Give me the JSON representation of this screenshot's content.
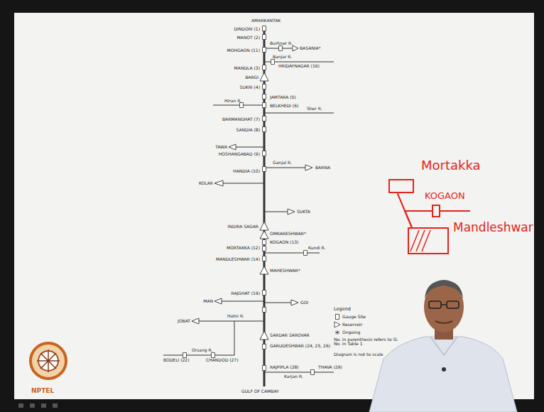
{
  "diagram": {
    "nodes": [
      {
        "text": [
          "Mortakka"
        ]
      },
      {
        "text": [
          "KOGAON"
        ]
      },
      {
        "text": [
          "Mandleshwar"
        ]
      }
    ],
    "edges": [
      {
        "from": 0,
        "to": 2,
        "arrow": "none"
      },
      {
        "from": 1,
        "to": 2,
        "arrow": "none"
      }
    ],
    "labels": [
      "AMARKANTAK",
      "DINDORI (1)",
      "MANOT (2)",
      "Burhner R.",
      "MOHGAON (11)",
      "BASANIA*",
      "Banjar R.",
      "HRIDAYNAGAR (16)",
      "MANDLA (3)",
      "BARGI",
      "SUKRI (4)",
      "JAMTARA (5)",
      "BELKHEDI (6)",
      "Sher R.",
      "Hiran R.",
      "BARMANGHAT (7)",
      "SANDIA (8)",
      "TAWA",
      "HOSHANGABAD (9)",
      "BARNA",
      "Ganjal R.",
      "HANDIA (10)",
      "KOLAR",
      "SUKTA",
      "INDIRA SAGAR",
      "OMKARESHWAR*",
      "MORTAKKA (12)",
      "KOGAON (13)",
      "MANDLESHWAR (14)",
      "Kundi R.",
      "MAHESHWAR*",
      "MAN",
      "RAJGHAT (19)",
      "GOI",
      "Hatni R.",
      "JOBAT",
      "Orsang R.",
      "SARDAR SAROVAR",
      "GARUDESHWAR (24, 25, 26)",
      "BODELI (22)",
      "CHANDOD (27)",
      "RAJPIPLA (28)",
      "Karjan R.",
      "THAVA (29)",
      "GULF OF CAMBAY",
      "Legend",
      "No. in parenthesis refers to Sl. No. in Table 1",
      "Diagram is not to scale",
      "NPTEL"
    ],
    "legend": [
      {
        "text": "Gauge Site"
      },
      {
        "text": "Reservoir"
      },
      {
        "text": "Ongoing"
      }
    ]
  }
}
